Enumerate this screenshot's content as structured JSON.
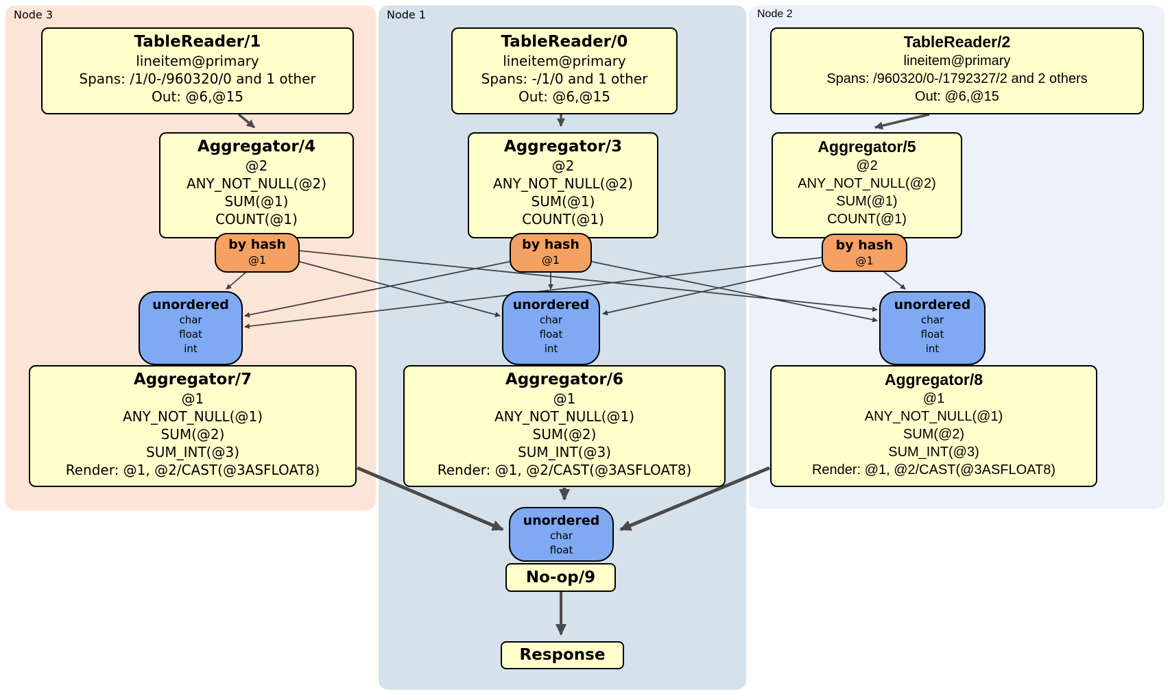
{
  "colors": {
    "node3_panel": "#fce4d7",
    "node1_panel": "#d5e1eb",
    "node2_panel": "#ecf1fa",
    "process_box_fill": "#ffffcc",
    "router_fill": "#f5a164",
    "sync_fill": "#7fa9f2",
    "edge": "#4a4a4a"
  },
  "node3": {
    "label": "Node 3",
    "table_reader": {
      "title": "TableReader/1",
      "lines": [
        "lineitem@primary",
        "Spans: /1/0-/960320/0 and 1 other",
        "Out: @6,@15"
      ]
    },
    "aggregator_top": {
      "title": "Aggregator/4",
      "lines": [
        "@2",
        "ANY_NOT_NULL(@2)",
        "SUM(@1)",
        "COUNT(@1)"
      ]
    },
    "router": {
      "title": "by hash",
      "lines": [
        "@1"
      ]
    },
    "sync": {
      "title": "unordered",
      "lines": [
        "char",
        "float",
        "int"
      ]
    },
    "aggregator_bottom": {
      "title": "Aggregator/7",
      "lines": [
        "@1",
        "ANY_NOT_NULL(@1)",
        "SUM(@2)",
        "SUM_INT(@3)",
        "Render: @1, @2/CAST(@3ASFLOAT8)"
      ]
    }
  },
  "node1": {
    "label": "Node 1",
    "table_reader": {
      "title": "TableReader/0",
      "lines": [
        "lineitem@primary",
        "Spans: -/1/0 and 1 other",
        "Out: @6,@15"
      ]
    },
    "aggregator_top": {
      "title": "Aggregator/3",
      "lines": [
        "@2",
        "ANY_NOT_NULL(@2)",
        "SUM(@1)",
        "COUNT(@1)"
      ]
    },
    "router": {
      "title": "by hash",
      "lines": [
        "@1"
      ]
    },
    "sync": {
      "title": "unordered",
      "lines": [
        "char",
        "float",
        "int"
      ]
    },
    "aggregator_bottom": {
      "title": "Aggregator/6",
      "lines": [
        "@1",
        "ANY_NOT_NULL(@1)",
        "SUM(@2)",
        "SUM_INT(@3)",
        "Render: @1, @2/CAST(@3ASFLOAT8)"
      ]
    },
    "final_sync": {
      "title": "unordered",
      "lines": [
        "char",
        "float"
      ]
    },
    "noop": {
      "title": "No-op/9"
    },
    "response": {
      "title": "Response"
    }
  },
  "node2": {
    "label": "Node 2",
    "table_reader": {
      "title": "TableReader/2",
      "lines": [
        "lineitem@primary",
        "Spans: /960320/0-/1792327/2 and 2 others",
        "Out: @6,@15"
      ]
    },
    "aggregator_top": {
      "title": "Aggregator/5",
      "lines": [
        "@2",
        "ANY_NOT_NULL(@2)",
        "SUM(@1)",
        "COUNT(@1)"
      ]
    },
    "router": {
      "title": "by hash",
      "lines": [
        "@1"
      ]
    },
    "sync": {
      "title": "unordered",
      "lines": [
        "char",
        "float",
        "int"
      ]
    },
    "aggregator_bottom": {
      "title": "Aggregator/8",
      "lines": [
        "@1",
        "ANY_NOT_NULL(@1)",
        "SUM(@2)",
        "SUM_INT(@3)",
        "Render: @1, @2/CAST(@3ASFLOAT8)"
      ]
    }
  }
}
